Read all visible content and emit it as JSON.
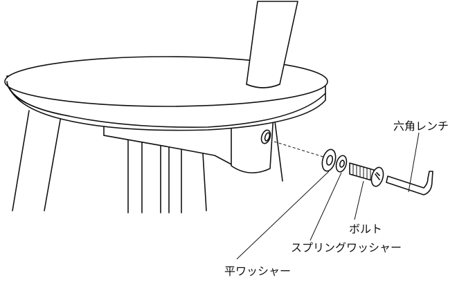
{
  "labels": {
    "hex_wrench": "六角レンチ",
    "bolt": "ボルト",
    "spring_washer": "スプリングワッシャー",
    "flat_washer": "平ワッシャー"
  }
}
